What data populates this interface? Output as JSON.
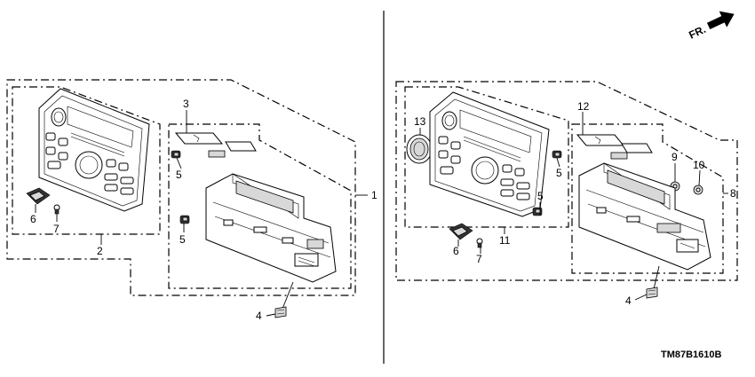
{
  "diagram_code": "TM87B1610B",
  "direction_label": "FR.",
  "left_assembly": {
    "assembly_callout": "1",
    "panel_callout": "2",
    "label_set_callout": "3",
    "knob_callouts": [
      "5",
      "5"
    ],
    "screw_callout": "4",
    "switch_callout": "6",
    "bulb_callout": "7"
  },
  "right_assembly": {
    "assembly_callout": "8",
    "panel_callout": "11",
    "label_set_callout": "12",
    "ring_callout": "13",
    "nut_callouts": [
      "9",
      "10"
    ],
    "knob_callouts": [
      "5",
      "5"
    ],
    "screw_callout": "4",
    "switch_callout": "6",
    "bulb_callout": "7"
  }
}
